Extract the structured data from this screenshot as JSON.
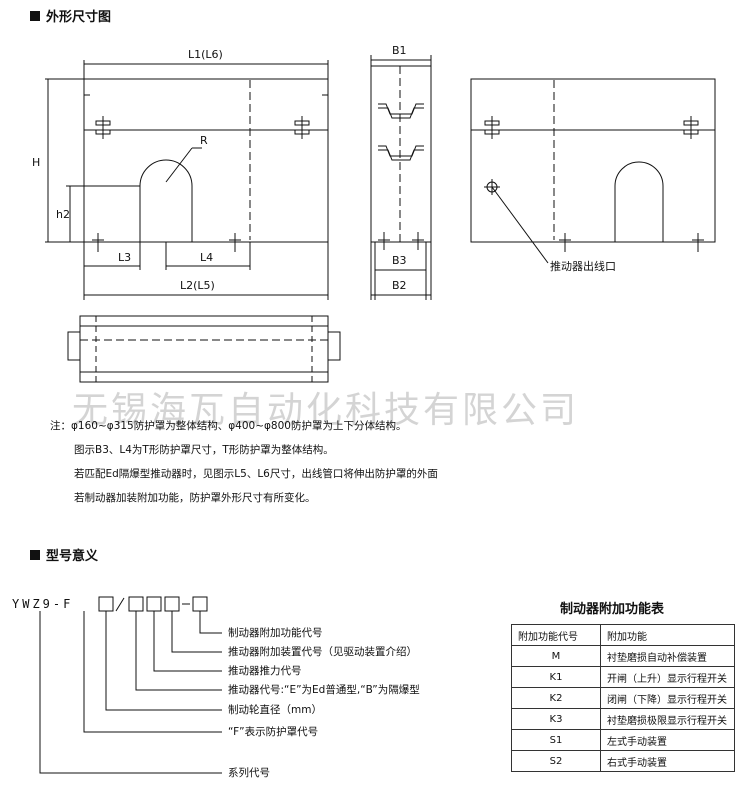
{
  "sections": {
    "outline": "外形尺寸图",
    "model": "型号意义"
  },
  "drawing": {
    "front": {
      "dim_top": "L1(L6)",
      "dim_height": "H",
      "dim_h2": "h2",
      "radius": "R",
      "dim_l3": "L3",
      "dim_l4": "L4",
      "dim_bottom": "L2(L5)"
    },
    "side": {
      "dim_top": "B1",
      "dim_b3": "B3",
      "dim_b2": "B2"
    },
    "right": {
      "outlet_label": "推动器出线口"
    }
  },
  "notes": {
    "lines": [
      "注：φ160~φ315防护罩为整体结构、φ400~φ800防护罩为上下分体结构。",
      "图示B3、L4为T形防护罩尺寸，T形防护罩为整体结构。",
      "若匹配Ed隔爆型推动器时，见图示L5、L6尺寸，出线管口将伸出防护罩的外面",
      "若制动器加装附加功能，防护罩外形尺寸有所变化。"
    ]
  },
  "watermark": "无锡海瓦自动化科技有限公司",
  "model": {
    "code": "YWZ9-F",
    "items": [
      "制动器附加功能代号",
      "推动器附加装置代号（见驱动装置介绍）",
      "推动器推力代号",
      "推动器代号:“E”为Ed普通型,“B”为隔爆型",
      "制动轮直径（mm）",
      "“F”表示防护罩代号",
      "系列代号"
    ]
  },
  "function_table": {
    "title": "制动器附加功能表",
    "headers": [
      "附加功能代号",
      "附加功能"
    ],
    "rows": [
      {
        "code": "M",
        "desc": "衬垫磨损自动补偿装置"
      },
      {
        "code": "K1",
        "desc": "开闸（上升）显示行程开关"
      },
      {
        "code": "K2",
        "desc": "闭闸（下降）显示行程开关"
      },
      {
        "code": "K3",
        "desc": "衬垫磨损极限显示行程开关"
      },
      {
        "code": "S1",
        "desc": "左式手动装置"
      },
      {
        "code": "S2",
        "desc": "右式手动装置"
      }
    ]
  }
}
